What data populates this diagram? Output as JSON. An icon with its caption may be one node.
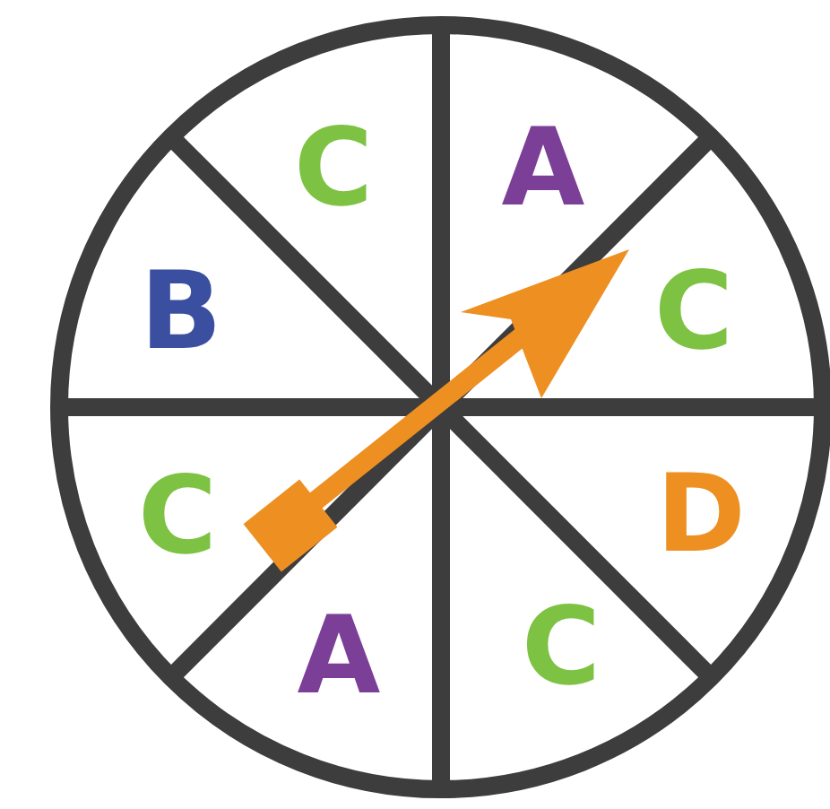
{
  "diagram": {
    "labels": [
      "C",
      "A",
      "B",
      "C",
      "C",
      "D",
      "A",
      "C"
    ]
  }
}
